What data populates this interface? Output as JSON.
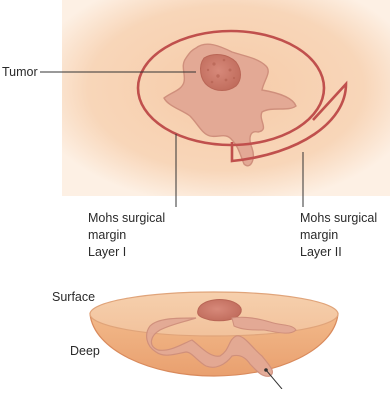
{
  "labels": {
    "tumor": "Tumor",
    "layer1": {
      "line1": "Mohs surgical",
      "line2": "margin",
      "line3": "Layer I"
    },
    "layer2": {
      "line1": "Mohs surgical",
      "line2": "margin",
      "line3": "Layer II"
    },
    "surface": "Surface",
    "deep": "Deep"
  },
  "colors": {
    "skin": "#f6d2b2",
    "skin_edge": "#ffffff",
    "tumor_fill": "#e2a28f",
    "tumor_stroke": "#c98a78",
    "tumor_core": "#c87a68",
    "margin_line": "#c0504d",
    "leader_line": "#333333"
  }
}
